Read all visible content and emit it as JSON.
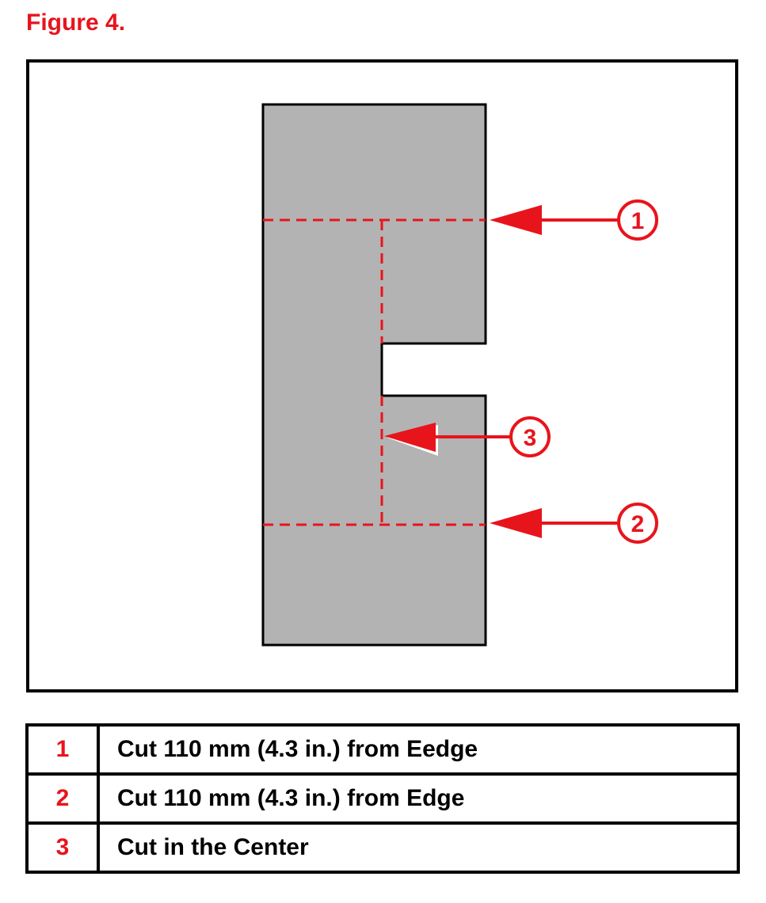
{
  "figure_title": "Figure 4.",
  "colors": {
    "accent_red": "#e8141c",
    "panel_gray": "#b3b3b3",
    "outline": "#000000"
  },
  "diagram": {
    "callouts": [
      {
        "number": "1"
      },
      {
        "number": "2"
      },
      {
        "number": "3"
      }
    ]
  },
  "legend": {
    "rows": [
      {
        "number": "1",
        "description": "Cut 110 mm (4.3 in.)  from Eedge"
      },
      {
        "number": "2",
        "description": "Cut 110 mm (4.3 in.)  from Edge"
      },
      {
        "number": "3",
        "description": "Cut in the Center"
      }
    ]
  }
}
